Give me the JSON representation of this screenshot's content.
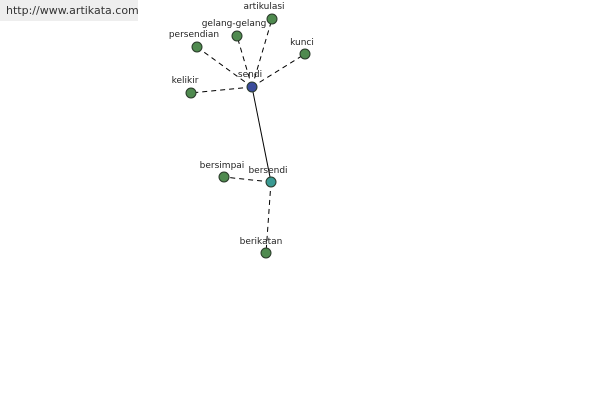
{
  "header": {
    "url": "http://www.artikata.com"
  },
  "graph": {
    "colors": {
      "root": "#3b4c9b",
      "hub": "#3a9a93",
      "leaf": "#4f8a4f",
      "node_stroke": "#2a3a2a",
      "edge": "#000000"
    },
    "nodes": [
      {
        "id": "sendi",
        "label": "sendi",
        "kind": "root"
      },
      {
        "id": "bersendi",
        "label": "bersendi",
        "kind": "hub"
      },
      {
        "id": "artikulasi",
        "label": "artikulasi",
        "kind": "leaf"
      },
      {
        "id": "gelang-gelang",
        "label": "gelang-gelang",
        "kind": "leaf"
      },
      {
        "id": "persendian",
        "label": "persendian",
        "kind": "leaf"
      },
      {
        "id": "kunci",
        "label": "kunci",
        "kind": "leaf"
      },
      {
        "id": "kelikir",
        "label": "kelikir",
        "kind": "leaf"
      },
      {
        "id": "bersimpai",
        "label": "bersimpai",
        "kind": "leaf"
      },
      {
        "id": "berikatan",
        "label": "berikatan",
        "kind": "leaf"
      }
    ],
    "edges": [
      {
        "from": "sendi",
        "to": "bersendi",
        "style": "solid"
      },
      {
        "from": "sendi",
        "to": "artikulasi",
        "style": "dashed"
      },
      {
        "from": "sendi",
        "to": "gelang-gelang",
        "style": "dashed"
      },
      {
        "from": "sendi",
        "to": "persendian",
        "style": "dashed"
      },
      {
        "from": "sendi",
        "to": "kunci",
        "style": "dashed"
      },
      {
        "from": "sendi",
        "to": "kelikir",
        "style": "dashed"
      },
      {
        "from": "bersendi",
        "to": "bersimpai",
        "style": "dashed"
      },
      {
        "from": "bersendi",
        "to": "berikatan",
        "style": "dashed"
      }
    ]
  }
}
